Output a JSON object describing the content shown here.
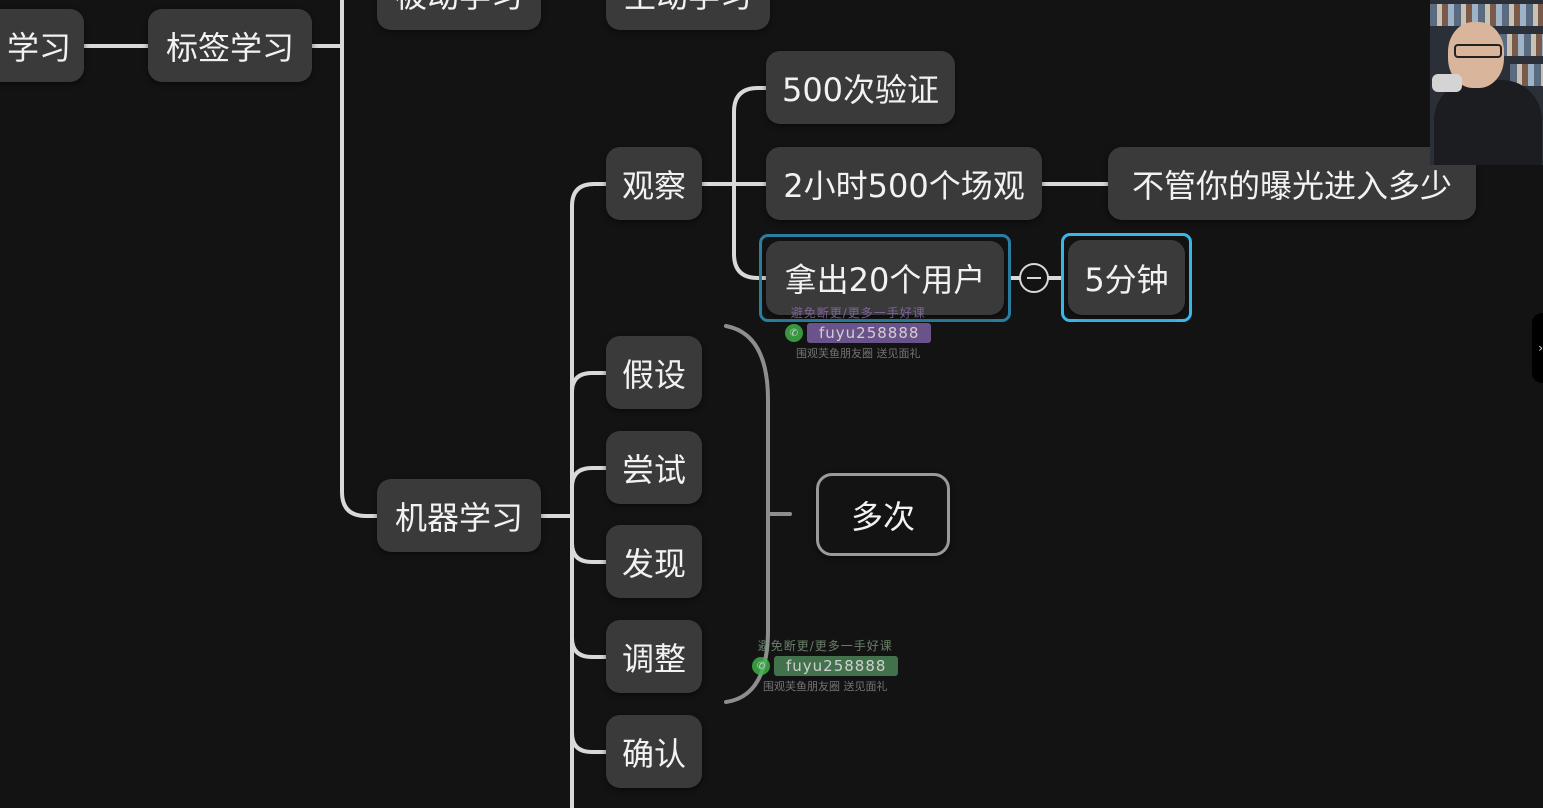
{
  "mindmap": {
    "nodes": {
      "xuexi_partial": "学习",
      "biaoqian": "标签学习",
      "beidong": "被动学习",
      "zhudong": "主动学习",
      "jiqi": "机器学习",
      "guancha": "观察",
      "yanzheng": "500次验证",
      "changguan": "2小时500个场观",
      "buguan": "不管你的曝光进入多少",
      "nachu": "拿出20个用户",
      "wufenzhong": "5分钟",
      "jiashe": "假设",
      "changshi": "尝试",
      "faxian": "发现",
      "tiaozheng": "调整",
      "queren": "确认",
      "duoci": "多次"
    }
  },
  "watermark": {
    "top": "避免断更/更多一手好课",
    "id": "fuyu258888",
    "bottom": "围观芙鱼朋友圈 送见面礼",
    "wechat_glyph": "✆"
  },
  "edge_tab": {
    "glyph": "›"
  },
  "colors": {
    "background": "#141314",
    "node": "#3b3a3b",
    "line": "#d9d9d9",
    "selection": "#39b7e8"
  }
}
